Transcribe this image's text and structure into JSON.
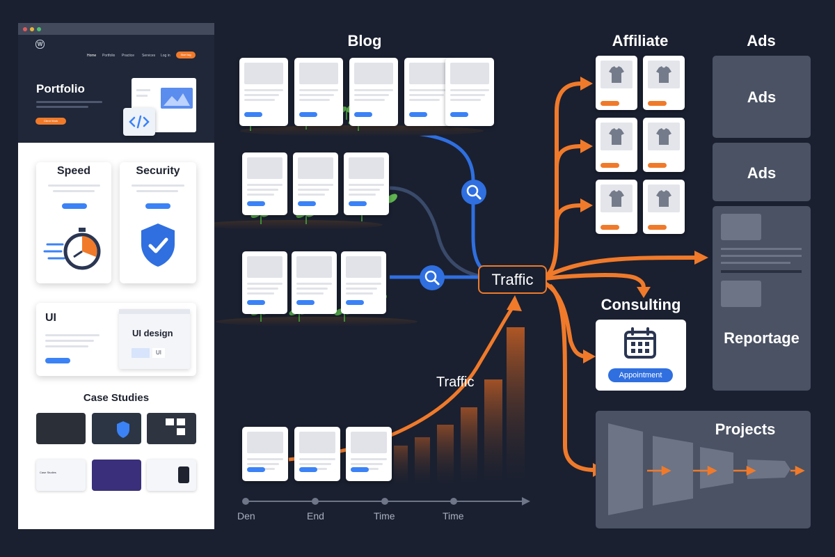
{
  "website": {
    "nav": [
      "Home",
      "Portfolio",
      "Practice",
      "Services",
      "Log in"
    ],
    "nav_button": "Start tag",
    "hero_title": "Portfolio",
    "hero_button": "Client Work",
    "speed": "Speed",
    "security": "Security",
    "ui": "UI",
    "ui_design": "UI design",
    "ui_badge": "UI",
    "case_studies": "Case Studies",
    "thumb_caption": "Case Studies"
  },
  "diagram": {
    "blog": "Blog",
    "affiliate": "Affiliate",
    "ads_header": "Ads",
    "ads_1": "Ads",
    "ads_2": "Ads",
    "traffic_hub": "Traffic",
    "traffic_growth": "Traffic",
    "consulting": "Consulting",
    "appointment": "Appointment",
    "reportage": "Reportage",
    "projects": "Projects"
  },
  "timeline": {
    "ticks": [
      "Den",
      "End",
      "Time",
      "Time"
    ]
  },
  "icons": [
    "wordpress-icon",
    "code-icon",
    "chart-image-icon",
    "stopwatch-icon",
    "shield-check-icon",
    "search-icon",
    "calendar-icon",
    "tshirt-icon",
    "sprout-icon",
    "arrow-right-icon"
  ],
  "colors": {
    "background": "#1a2030",
    "blue_flow": "#2f6fe0",
    "orange_flow": "#f07a2a",
    "panel": "#4a5263",
    "card": "#ffffff"
  }
}
